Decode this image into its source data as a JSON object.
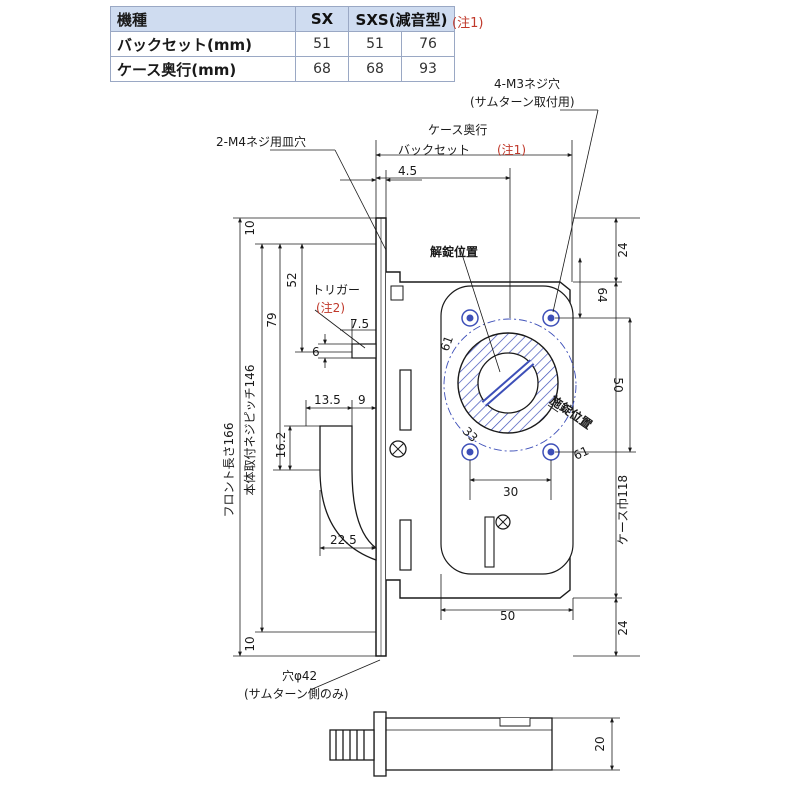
{
  "spec_table": {
    "header": {
      "label": "機種",
      "sx": "SX",
      "sxs": "SXS(減音型)"
    },
    "rows": [
      {
        "label": "バックセット(mm)",
        "values": [
          "51",
          "51",
          "76"
        ]
      },
      {
        "label": "ケース奥行(mm)",
        "values": [
          "68",
          "68",
          "93"
        ]
      }
    ],
    "note": "(注1)"
  },
  "callouts": {
    "m3_screw_holes": "4-M3ネジ穴",
    "thumbturn_mount": "(サムターン取付用)",
    "m4_countersink": "2-M4ネジ用皿穴",
    "case_depth": "ケース奥行",
    "backset": "バックセット",
    "note1": "(注1)",
    "unlock_position": "解錠位置",
    "lock_position": "施錠位置",
    "trigger": "トリガー",
    "note2": "(注2)",
    "hole_dia": "穴φ42",
    "thumbturn_side_only": "(サムターン側のみ)",
    "front_length": "フロント長さ166",
    "body_screw_pitch": "本体取付ネジピッチ146",
    "case_width": "ケース巾118"
  },
  "dimensions": {
    "d_4_5": "4.5",
    "d_10_top": "10",
    "d_24_top": "24",
    "d_52": "52",
    "d_64": "64",
    "d_79": "79",
    "d_7_5": "7.5",
    "d_6": "6",
    "d_50_v": "50",
    "d_13_5": "13.5",
    "d_9": "9",
    "d_16_2": "16.2",
    "d_33": "33",
    "d_61_a": "61",
    "d_61_b": "61",
    "d_30": "30",
    "d_22_5": "22.5",
    "d_50_h": "50",
    "d_10_bottom": "10",
    "d_24_bottom": "24",
    "d_20": "20"
  },
  "colors": {
    "line": "#1a1a1a",
    "dim": "#2b3a8c",
    "red": "#c0392b",
    "accent_blue": "#3d4fb8",
    "table_head": "#cfdcf0"
  }
}
